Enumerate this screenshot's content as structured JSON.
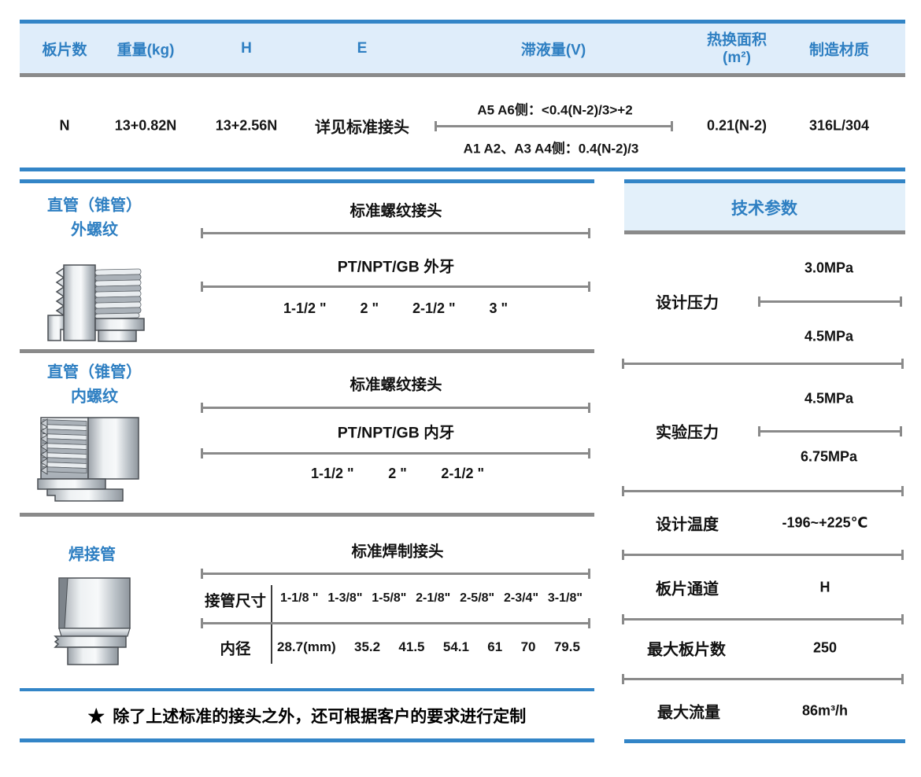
{
  "colors": {
    "accent_blue": "#3385C7",
    "blue_text": "#2E7FC2",
    "header_bg": "#DFEDFA",
    "panel_header_bg": "#E3F0FA",
    "bar_gray": "#8A8A8A",
    "line_gray": "#8A8A8A",
    "text_dark": "#1A1A1A"
  },
  "spec_table": {
    "col_plates": {
      "header": "板片数",
      "value": "N"
    },
    "col_weight": {
      "header": "重量(kg)",
      "value": "13+0.82N"
    },
    "col_h": {
      "header": "H",
      "value": "13+2.56N"
    },
    "col_e": {
      "header": "E",
      "value": "详见标准接头"
    },
    "col_holdup": {
      "header": "滞液量(V)",
      "value_top": "A5 A6侧：<0.4(N-2)/3>+2",
      "value_bottom": "A1 A2、A3 A4侧：0.4(N-2)/3"
    },
    "col_area": {
      "header_line1": "热换面积",
      "header_line2": "(m²)",
      "value": "0.21(N-2)"
    },
    "col_material": {
      "header": "制造材质",
      "value": "316L/304"
    }
  },
  "fittings": [
    {
      "label_line1": "直管（锥管）",
      "label_line2": "外螺纹",
      "title": "标准螺纹接头",
      "subtitle": "PT/NPT/GB 外牙",
      "sizes": [
        "1-1/2 \"",
        "2 \"",
        "2-1/2 \"",
        "3 \""
      ]
    },
    {
      "label_line1": "直管（锥管）",
      "label_line2": "内螺纹",
      "title": "标准螺纹接头",
      "subtitle": "PT/NPT/GB 内牙",
      "sizes": [
        "1-1/2 \"",
        "2 \"",
        "2-1/2 \""
      ]
    },
    {
      "label_line1": "焊接管",
      "label_line2": "",
      "title": "标准焊制接头",
      "size_row_label": "接管尺寸",
      "size_row": [
        "1-1/8 \"",
        "1-3/8\"",
        "1-5/8\"",
        "2-1/8\"",
        "2-5/8\"",
        "2-3/4\"",
        "3-1/8\""
      ],
      "bore_row_label": "内径",
      "bore_row": [
        "28.7(mm)",
        "35.2",
        "41.5",
        "54.1",
        "61",
        "70",
        "79.5"
      ]
    }
  ],
  "note": {
    "star": "★",
    "text": "除了上述标准的接头之外，还可根据客户的要求进行定制"
  },
  "tech_params": {
    "title": "技术参数",
    "design_pressure": {
      "label": "设计压力",
      "value_top": "3.0MPa",
      "value_bottom": "4.5MPa"
    },
    "test_pressure": {
      "label": "实验压力",
      "value_top": "4.5MPa",
      "value_bottom": "6.75MPa"
    },
    "design_temperature": {
      "label": "设计温度",
      "value": "-196~+225℃"
    },
    "plate_channel": {
      "label": "板片通道",
      "value": "H"
    },
    "max_plates": {
      "label": "最大板片数",
      "value": "250"
    },
    "max_flow": {
      "label": "最大流量",
      "value": "86m³/h"
    }
  }
}
